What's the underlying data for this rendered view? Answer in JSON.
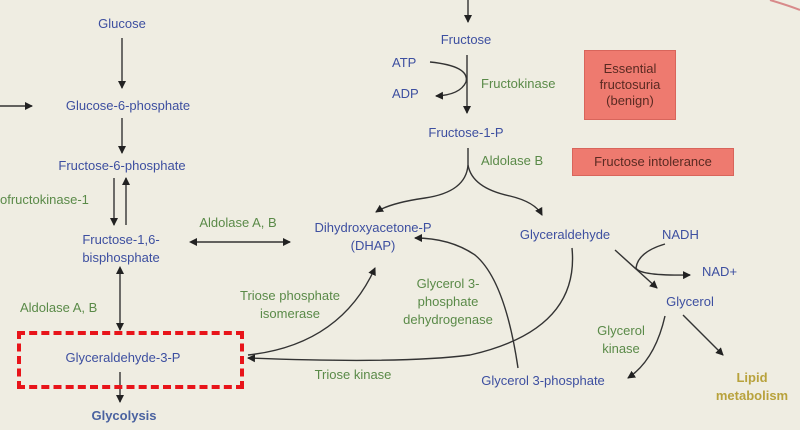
{
  "diagram": {
    "title": "Fructose metabolism pathway",
    "metabolites": {
      "glucose": "Glucose",
      "glucose_6_phosphate": "Glucose-6-phosphate",
      "fructose_6_phosphate": "Fructose-6-phosphate",
      "fructose_1_6_bisphosphate_line1": "Fructose-1,6-",
      "fructose_1_6_bisphosphate_line2": "bisphosphate",
      "glyceraldehyde_3_p": "Glyceraldehyde-3-P",
      "glycolysis": "Glycolysis",
      "fructose": "Fructose",
      "atp": "ATP",
      "adp": "ADP",
      "fructose_1_p": "Fructose-1-P",
      "dhap_line1": "Dihydroxyacetone-P",
      "dhap_line2": "(DHAP)",
      "glyceraldehyde": "Glyceraldehyde",
      "nadh": "NADH",
      "nad_plus": "NAD+",
      "glycerol": "Glycerol",
      "glycerol_3_phosphate": "Glycerol 3-phosphate",
      "lipid_line1": "Lipid",
      "lipid_line2": "metabolism"
    },
    "enzymes": {
      "phosphofructokinase": "ofructokinase-1",
      "aldolase_ab_top": "Aldolase A, B",
      "aldolase_ab_left": "Aldolase A, B",
      "fructokinase": "Fructokinase",
      "aldolase_b": "Aldolase B",
      "tpi_line1": "Triose phosphate",
      "tpi_line2": "isomerase",
      "g3pdh_line1": "Glycerol 3-",
      "g3pdh_line2": "phosphate",
      "g3pdh_line3": "dehydrogenase",
      "triose_kinase": "Triose kinase",
      "glycerol_kinase_line1": "Glycerol",
      "glycerol_kinase_line2": "kinase"
    },
    "disorders": {
      "essential_fructosuria_line1": "Essential",
      "essential_fructosuria_line2": "fructosuria",
      "essential_fructosuria_line3": "(benign)",
      "fructose_intolerance": "Fructose intolerance"
    },
    "highlighted_node": "Glyceraldehyde-3-P",
    "colors": {
      "background": "#efede2",
      "metabolite": "#3d4fa0",
      "enzyme": "#5a8a48",
      "disorder_box": "#ee7a6f",
      "highlight": "#e8141a",
      "lipid": "#b8a23c"
    }
  }
}
